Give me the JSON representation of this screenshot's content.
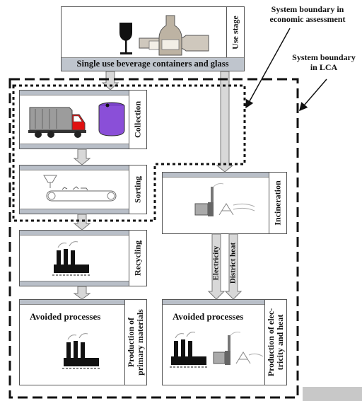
{
  "use_stage": {
    "label": "Use stage",
    "caption": "Single use beverage containers and glass"
  },
  "processes": {
    "collection": "Collection",
    "sorting": "Sorting",
    "incineration": "Incineration",
    "recycling": "Recycling",
    "avoided_left": {
      "title": "Avoided processes",
      "side": [
        "Production of",
        "primary materials"
      ]
    },
    "avoided_right": {
      "title": "Avoided processes",
      "side": [
        "Production of elec-",
        "tricity and heat"
      ]
    }
  },
  "flows": {
    "electricity": "Electricity",
    "district_heat": "District heat"
  },
  "boundaries": {
    "economic": [
      "System boundary in",
      "economic assessment"
    ],
    "lca": [
      "System boundary",
      "in LCA"
    ]
  },
  "colors": {
    "band": "#b9bfc8",
    "arrow": "#d8d8d8",
    "truck_cab": "#e01010",
    "bin": "#8a4fd8"
  }
}
